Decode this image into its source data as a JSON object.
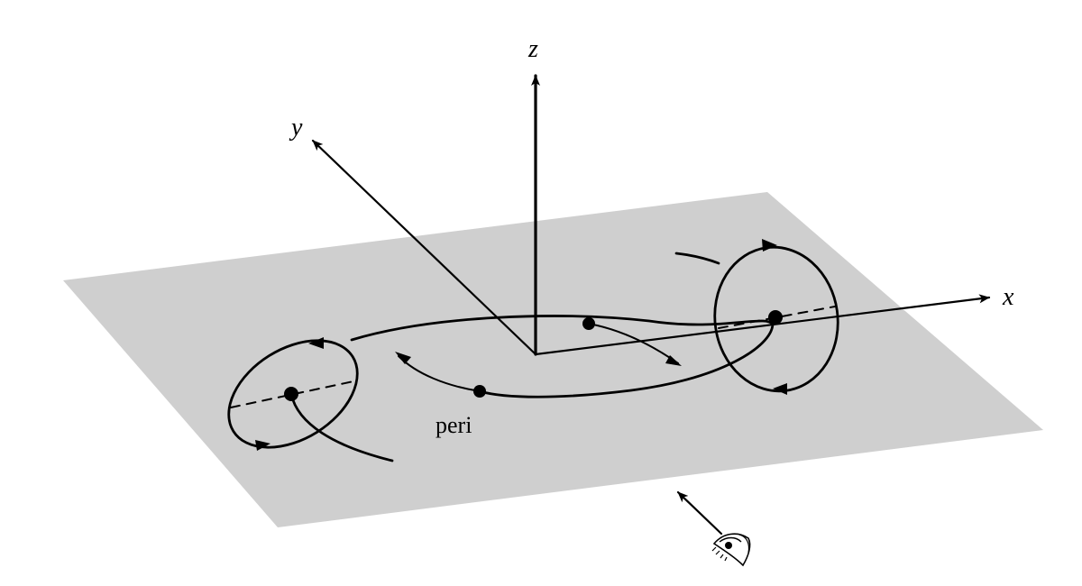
{
  "diagram": {
    "axes": {
      "x_label": "x",
      "y_label": "y",
      "z_label": "z"
    },
    "labels": {
      "pericenter": "peri"
    },
    "colors": {
      "plane": "#cfcfcf",
      "ink": "#000000",
      "background": "#ffffff"
    },
    "icons": {
      "viewer": "eye-icon"
    }
  }
}
